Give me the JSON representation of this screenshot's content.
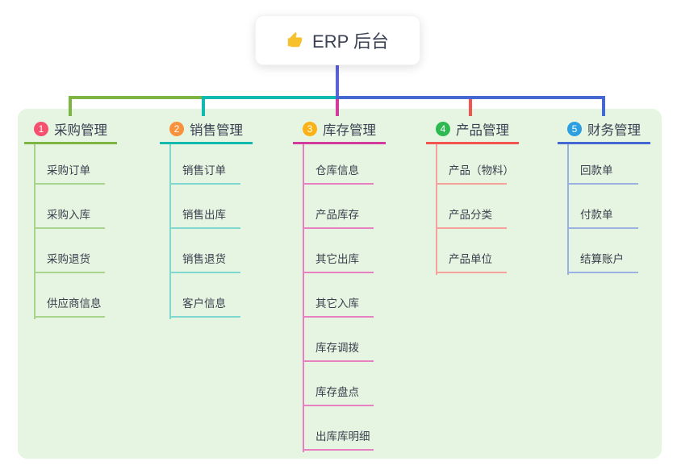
{
  "root": {
    "title": "ERP 后台",
    "icon": "thumbs-up-icon"
  },
  "branches": [
    {
      "key": "purchase",
      "index": "1",
      "title": "采购管理",
      "badge_color": "#f5506d",
      "line_color": "#7db542",
      "light_color": "#a9d48e",
      "children": [
        "采购订单",
        "采购入库",
        "采购退货",
        "供应商信息"
      ]
    },
    {
      "key": "sales",
      "index": "2",
      "title": "销售管理",
      "badge_color": "#f8913b",
      "line_color": "#12b9ae",
      "light_color": "#7ed8cf",
      "children": [
        "销售订单",
        "销售出库",
        "销售退货",
        "客户信息"
      ]
    },
    {
      "key": "inventory",
      "index": "3",
      "title": "库存管理",
      "badge_color": "#fbb217",
      "line_color": "#d23b9c",
      "light_color": "#e77fc0",
      "children": [
        "仓库信息",
        "产品库存",
        "其它出库",
        "其它入库",
        "库存调拨",
        "库存盘点",
        "出库库明细"
      ]
    },
    {
      "key": "product",
      "index": "4",
      "title": "产品管理",
      "badge_color": "#2eba51",
      "line_color": "#f25450",
      "light_color": "#f8a09b",
      "children": [
        "产品（物料）",
        "产品分类",
        "产品单位"
      ]
    },
    {
      "key": "finance",
      "index": "5",
      "title": "财务管理",
      "badge_color": "#2b9fe0",
      "line_color": "#4467d2",
      "light_color": "#9bb0e3",
      "children": [
        "回款单",
        "付款单",
        "结算账户"
      ]
    }
  ],
  "colors": {
    "panel_bg": "#e6f5e1",
    "root_drop": "#5a62d6",
    "root_text": "#3c4254",
    "thumb_yellow": "#f7c12d"
  }
}
